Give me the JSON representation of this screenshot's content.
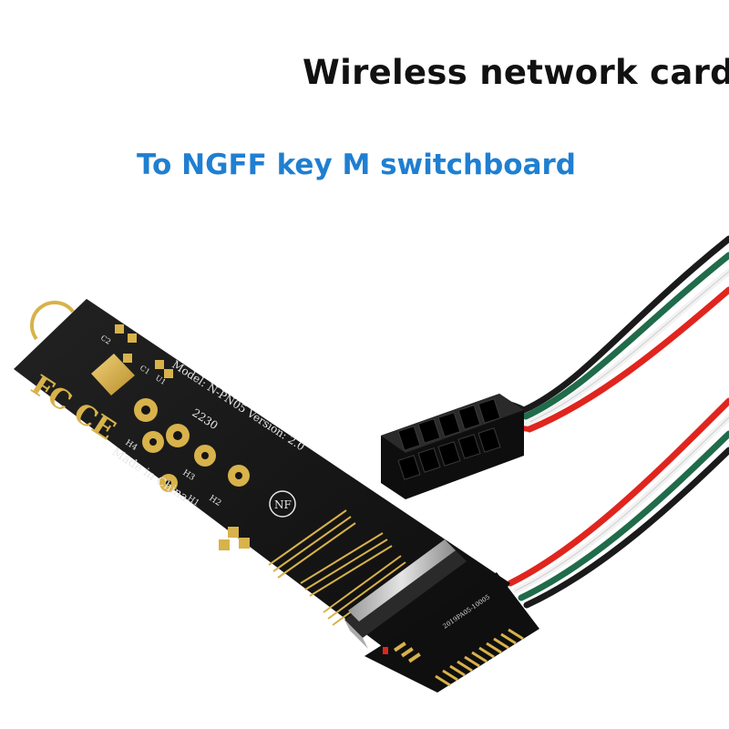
{
  "header": {
    "title": "Wireless network card",
    "subtitle": "To NGFF key M switchboard"
  },
  "board": {
    "model_text": "Model: N-PN05 Version: 2.0",
    "made_in": "Made in China",
    "size_code": "2230",
    "brand_mark": "NF",
    "cert_marks": "FC CE",
    "pad_labels": [
      "H1",
      "H2",
      "H3",
      "H4"
    ],
    "silk_labels": [
      "C1",
      "C2",
      "U1"
    ],
    "small_board_code": "2019PA05-10005"
  },
  "colors": {
    "title": "#111111",
    "subtitle": "#1f7fd1",
    "pcb": "#151515",
    "gold": "#d8b24a",
    "wire_red": "#e0251e",
    "wire_green": "#1f6b4a",
    "wire_white": "#f2f2f2",
    "wire_black": "#1a1a1a",
    "connector": "#0e0e0e"
  }
}
